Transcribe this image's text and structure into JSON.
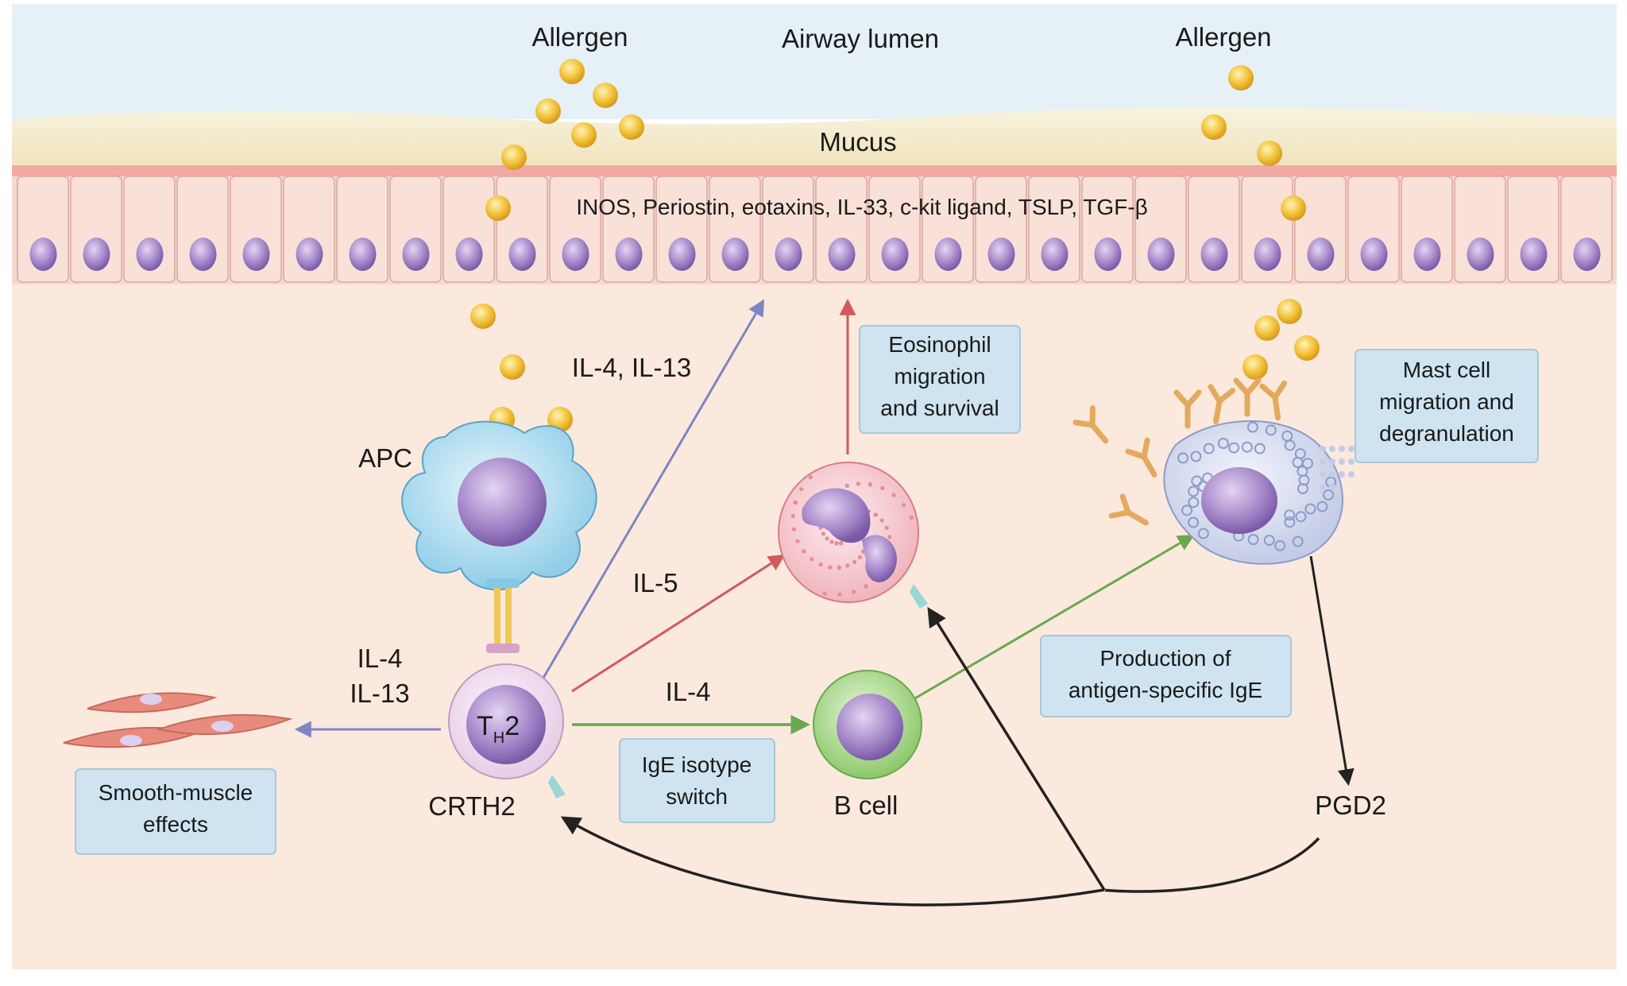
{
  "labels": {
    "allergen_left": "Allergen",
    "airway_lumen": "Airway lumen",
    "allergen_right": "Allergen",
    "mucus": "Mucus",
    "epithelial_factors": "INOS, Periostin, eotaxins, IL-33, c-kit ligand, TSLP, TGF-β",
    "il4_il13_top": "IL-4, IL-13",
    "apc": "APC",
    "il5": "IL-5",
    "il4_left_line1": "IL-4",
    "il4_left_line2": "IL-13",
    "il4_mid": "IL-4",
    "th2_main": "T",
    "th2_sub": "H",
    "th2_num": "2",
    "crth2": "CRTH2",
    "b_cell": "B cell",
    "pgd2": "PGD2"
  },
  "boxes": {
    "eosinophil": [
      "Eosinophil",
      "migration",
      "and survival"
    ],
    "mast_cell": [
      "Mast cell",
      "migration and",
      "degranulation"
    ],
    "ige_production": [
      "Production of",
      "antigen-specific IgE"
    ],
    "ige_switch": [
      "IgE isotype",
      "switch"
    ],
    "smooth_muscle": [
      "Smooth-muscle",
      "effects"
    ]
  },
  "colors": {
    "lumen": "#e6f1f7",
    "mucus": "#f6efd6",
    "epithelium": "#f7d7ce",
    "tissue": "#fbe9dd",
    "nucleus": "#9f7fc4",
    "allergen": "#f2c23a",
    "box_fill": "#cfe4f0",
    "arrow_blue": "#7e85c4",
    "arrow_red": "#cf5b5b",
    "arrow_green": "#6aa84f",
    "arrow_black": "#222222",
    "antibody": "#e3a95c"
  }
}
